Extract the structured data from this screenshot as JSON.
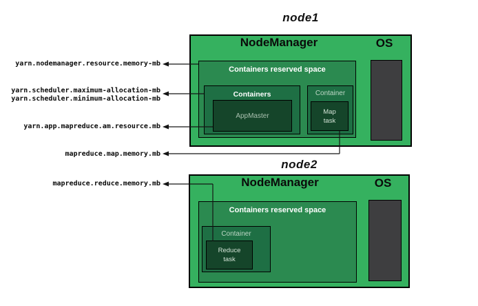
{
  "colors": {
    "node_fill": "#35b15f",
    "reserved_fill": "#2b8a50",
    "container_fill": "#1e6f44",
    "task_fill": "#15452a",
    "os_block_fill": "#3e3e40",
    "border": "#000000",
    "connector": "#151515"
  },
  "node1": {
    "title": "node1",
    "nodemanager_label": "NodeManager",
    "os_label": "OS",
    "reserved_label": "Containers reserved space",
    "containers_label": "Containers",
    "appmaster_label": "AppMaster",
    "container_label": "Container",
    "map_task_label": "Map\ntask"
  },
  "node2": {
    "title": "node2",
    "nodemanager_label": "NodeManager",
    "os_label": "OS",
    "reserved_label": "Containers reserved space",
    "container_label": "Container",
    "reduce_task_label": "Reduce\ntask"
  },
  "config_labels": {
    "nodemanager_resource": "yarn.nodemanager.resource.memory-mb",
    "scheduler_max": "yarn.scheduler.maximum-allocation-mb",
    "scheduler_min": "yarn.scheduler.minimum-allocation-mb",
    "am_resource": "yarn.app.mapreduce.am.resource.mb",
    "map_memory": "mapreduce.map.memory.mb",
    "reduce_memory": "mapreduce.reduce.memory.mb"
  }
}
